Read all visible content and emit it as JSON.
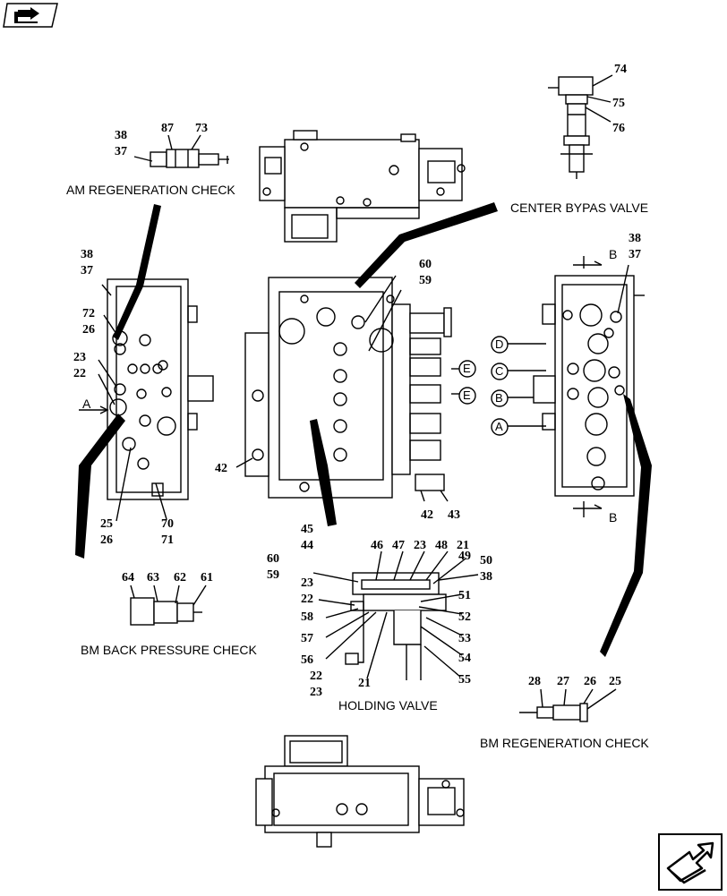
{
  "captions": {
    "am_regen": "AM REGENERATION CHECK",
    "center_bypass": "CENTER BYPAS VALVE",
    "bm_back": "BM BACK PRESSURE CHECK",
    "holding": "HOLDING VALVE",
    "bm_regen": "BM REGENERATION CHECK"
  },
  "callouts": {
    "n38": "38",
    "n37": "37",
    "n87": "87",
    "n73": "73",
    "n74": "74",
    "n75": "75",
    "n76": "76",
    "n72": "72",
    "n26": "26",
    "n23": "23",
    "n22": "22",
    "n25": "25",
    "n70": "70",
    "n71": "71",
    "n60": "60",
    "n59": "59",
    "n42": "42",
    "n43": "43",
    "n45": "45",
    "n44": "44",
    "n46": "46",
    "n47": "47",
    "n48": "48",
    "n21": "21",
    "n49": "49",
    "n50": "50",
    "n51": "51",
    "n52": "52",
    "n53": "53",
    "n54": "54",
    "n55": "55",
    "n56": "56",
    "n57": "57",
    "n58": "58",
    "n64": "64",
    "n63": "63",
    "n62": "62",
    "n61": "61",
    "n28": "28",
    "n27": "27"
  },
  "view_marks": {
    "a": "A",
    "b": "B"
  },
  "ports": {
    "d": "D",
    "c": "C",
    "b": "B",
    "a": "A",
    "e": "E"
  },
  "icons": {
    "top_nav": "book-forward-icon",
    "bottom_nav": "next-page-arrow-icon"
  }
}
